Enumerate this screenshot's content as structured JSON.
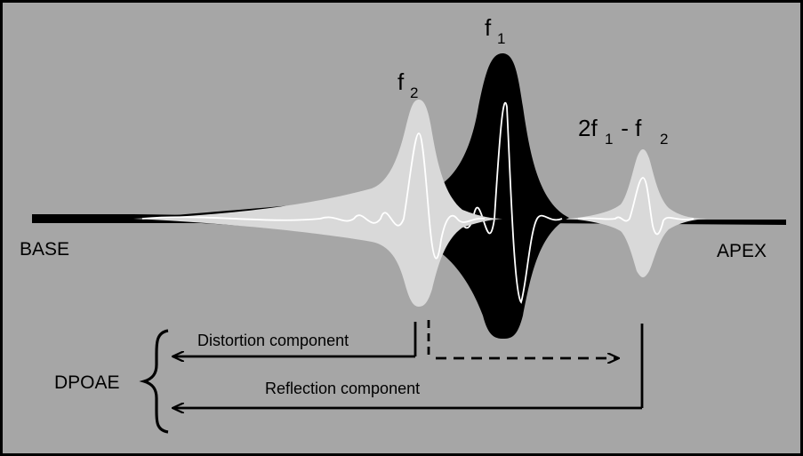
{
  "diagram": {
    "labels": {
      "base": "BASE",
      "apex": "APEX",
      "f1_main": "f",
      "f1_sub": "1",
      "f2_main": "f",
      "f2_sub": "2",
      "dp_a": "2f",
      "dp_a_sub": "1",
      "dp_b": " - f",
      "dp_b_sub": "2",
      "dpoae": "DPOAE",
      "distortion": "Distortion component",
      "reflection": "Reflection component"
    },
    "colors": {
      "background": "#a6a6a6",
      "frame": "#000000",
      "f1_envelope": "#000000",
      "f2_envelope": "#d9d9d9",
      "dp_envelope": "#d9d9d9",
      "wave_line": "#ffffff",
      "arrows": "#000000"
    },
    "waves": [
      {
        "name": "f2",
        "peak_position": 0.47
      },
      {
        "name": "f1",
        "peak_position": 0.565
      },
      {
        "name": "2f1-f2",
        "peak_position": 0.72
      }
    ]
  }
}
